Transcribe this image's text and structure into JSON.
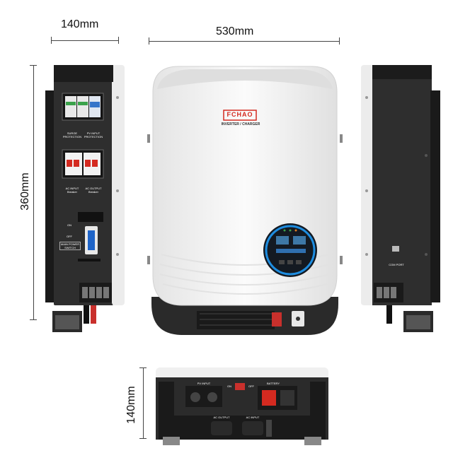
{
  "dimensions": {
    "depth_side": "140mm",
    "width": "530mm",
    "height": "360mm",
    "depth_bottom": "140mm"
  },
  "front": {
    "brand": "FCHAO",
    "product": "INVERTER / CHARGER"
  },
  "side_left": {
    "surge_label": "SURGE PROTECTION",
    "pv_input_label": "PV INPUT PROTECTION",
    "ac_input_breaker": "AC INPUT Breaker",
    "ac_output_breaker": "AC OUTPUT Breaker",
    "switch_on": "ON",
    "switch_off": "OFF",
    "main_power_switch": "MAIN POWER SWITCH"
  },
  "side_right": {
    "com_port": "COM PORT"
  },
  "bottom": {
    "pv_input": "PV INPUT",
    "battery": "BATTERY",
    "ac_output": "AC OUTPUT",
    "ac_input": "AC INPUT",
    "on": "ON",
    "off": "OFF"
  },
  "colors": {
    "body_white": "#f1f1f1",
    "panel_dark": "#2b2b2b",
    "accent_red": "#d42a20",
    "display_blue": "#1e8de0"
  }
}
